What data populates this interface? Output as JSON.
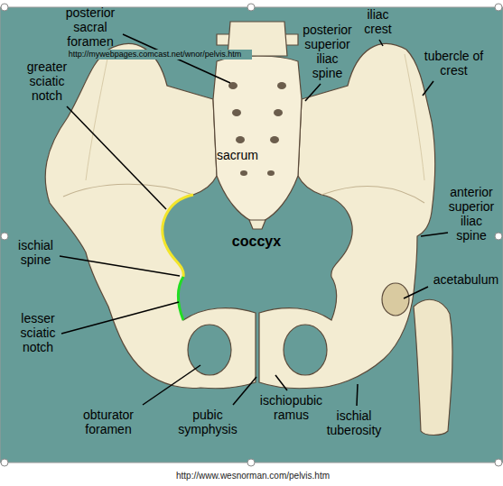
{
  "diagram": {
    "labels": [
      "posterior sacral foramen",
      "posterior superior iliac spine",
      "iliac crest",
      "http://mywebpages.comcast.net/wnor/pelvis.htm",
      "tubercle of crest",
      "greater sciatic notch",
      "sacrum",
      "anterior superior iliac spine",
      "coccyx",
      "ischial spine",
      "acetabulum",
      "lesser sciatic notch",
      "ischiopubic ramus",
      "obturator foramen",
      "pubic symphysis",
      "ischial tuberosity",
      "http://www.wesnorman.com/pelvis.htm"
    ]
  }
}
